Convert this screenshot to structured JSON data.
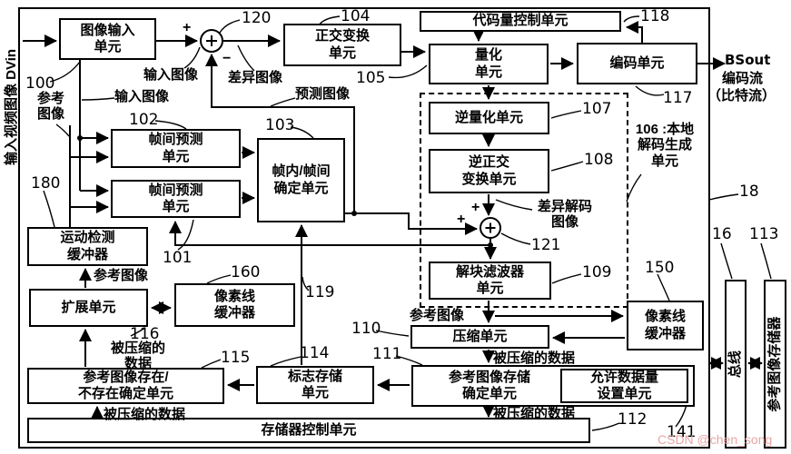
{
  "side": {
    "input_label": "输入视频图像 DVin",
    "bus": "总线",
    "ref_store": "参考图像存储器"
  },
  "output": {
    "bsout": "BSout",
    "stream": "编码流",
    "bitstream": "（比特流）"
  },
  "blocks": {
    "image_input": "图像输入\n单元",
    "inter_pred_1": "帧间预测\n单元",
    "inter_pred_2": "帧间预测\n单元",
    "intra_inter_decision": "帧内/帧间\n确定单元",
    "orthogonal_transform": "正交变换\n单元",
    "code_amount_control": "代码量控制单元",
    "quantization": "量化\n单元",
    "encoding": "编码单元",
    "inverse_quantization": "逆量化单元",
    "inverse_orthogonal_transform": "逆正交\n变换单元",
    "deblocking_filter": "解块滤波器\n单元",
    "compression": "压缩单元",
    "pixel_line_buffer_right": "像素线\n缓冲器",
    "ref_image_storage_decision": "参考图像存储\n确定单元",
    "allowed_data_setting": "允许数据量\n设置单元",
    "flag_storage": "标志存储\n单元",
    "ref_presence_decision": "参考图像存在/\n不存在确定单元",
    "memory_control": "存储器控制单元",
    "expansion": "扩展单元",
    "pixel_line_buffer_left": "像素线\n缓冲器",
    "motion_detection_buffer": "运动检测\n缓冲器",
    "local_decode_gen": "106 :本地\n解码生成\n单元"
  },
  "signals": {
    "input_image_a": "输入图像",
    "input_image_b": "输入图像",
    "ref_image_left": "参考\n图像",
    "diff_image": "差异图像",
    "pred_image": "预测图像",
    "diff_decoded": "差异解码\n图像",
    "ref_image_mid": "参考图像",
    "ref_image_ext": "参考图像",
    "compressed_1": "被压缩的数据",
    "compressed_2": "被压缩的数据",
    "compressed_3": "被压缩的\n数据",
    "compressed_4": "被压缩的数据",
    "plus": "+",
    "minus": "−"
  },
  "refs": {
    "r100": "100",
    "r101": "101",
    "r102": "102",
    "r103": "103",
    "r104": "104",
    "r105": "105",
    "r107": "107",
    "r108": "108",
    "r109": "109",
    "r110": "110",
    "r111": "111",
    "r112": "112",
    "r113": "113",
    "r114": "114",
    "r115": "115",
    "r116": "116",
    "r117": "117",
    "r118": "118",
    "r119": "119",
    "r120": "120",
    "r121": "121",
    "r141": "141",
    "r150": "150",
    "r160": "160",
    "r180": "180",
    "r16": "16",
    "r18": "18"
  },
  "watermark": "CSDN @chen_song"
}
